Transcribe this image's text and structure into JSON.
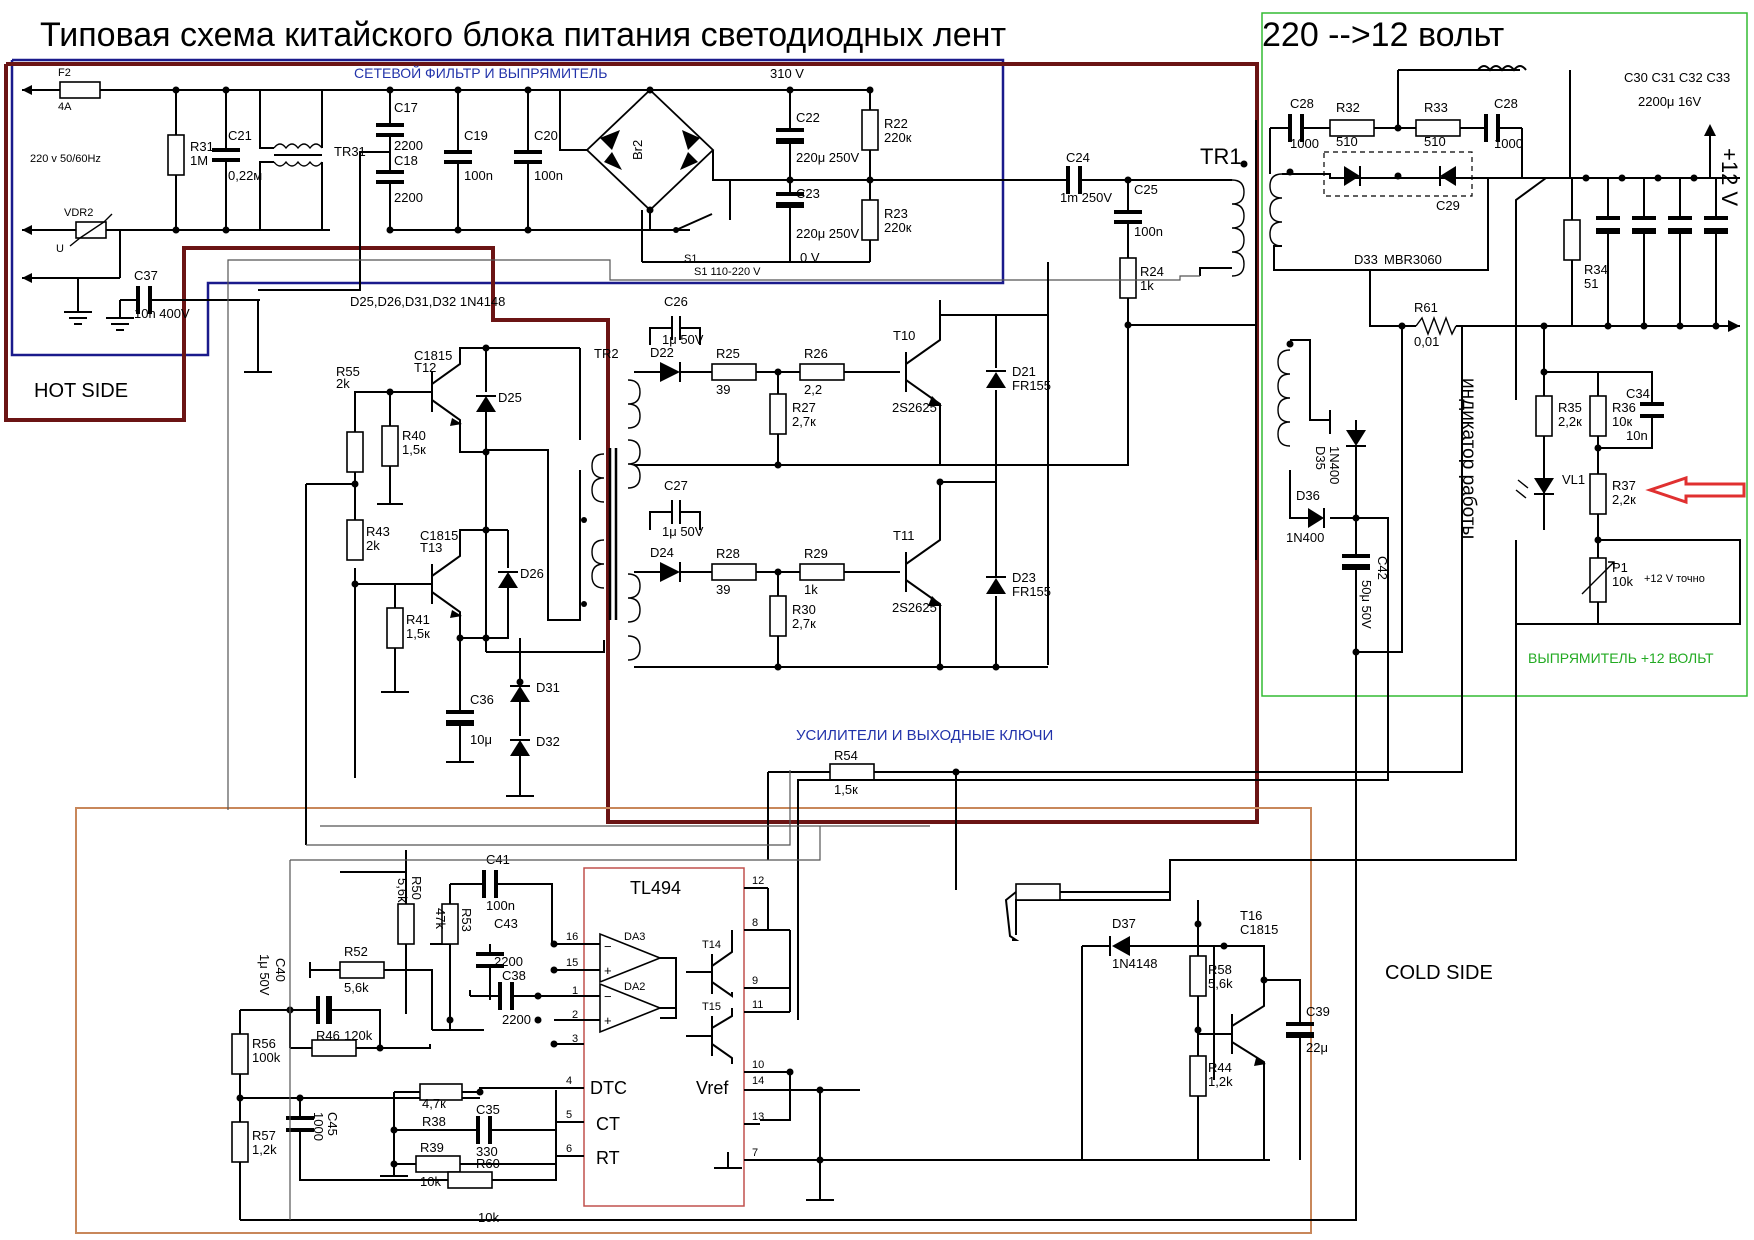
{
  "title": "Типовая схема китайского блока питания светодиодных лент",
  "subtitle": "220 -->12 вольт",
  "sections": {
    "filter": "СЕТЕВОЙ ФИЛЬТР И ВЫПРЯМИТЕЛЬ",
    "hot": "HOT SIDE",
    "amps": "УСИЛИТЕЛИ И ВЫХОДНЫЕ КЛЮЧИ",
    "cold": "COLD SIDE",
    "rectifier": "ВЫПРЯМИТЕЛЬ +12  ВОЛЬТ",
    "indicator": "индикатор работы"
  },
  "colors": {
    "filter_box": "#1a1a8c",
    "hot_box": "#6b1414",
    "amps_box": "#6b1414",
    "rectifier_box": "#33bb33",
    "cold_box": "#c8875a",
    "arrow": "#e03030",
    "rect_label": "#22aa22",
    "filter_label": "#2233aa",
    "amps_label": "#2233aa"
  },
  "labels": {
    "F2": "F2",
    "F2v": "4A",
    "mains": "220 v 50/60Hz",
    "VDR2": "VDR2",
    "U": "U",
    "R31": "R31",
    "R31v": "1M",
    "C21": "C21",
    "C21v": "0,22м",
    "TR3": "TR31",
    "C17": "C17",
    "C17v": "2200",
    "C18": "C18",
    "C18v": "2200",
    "C19": "C19",
    "C19v": "100n",
    "C20": "C20",
    "C20v": "100n",
    "Br2": "Br2",
    "v310": "310 V",
    "v0": "0 V",
    "C22": "C22",
    "C22v": "220μ 250V",
    "C23": "C23",
    "C23v": "220μ 250V",
    "R22": "R22",
    "R22v": "220к",
    "R23": "R23",
    "R23v": "220к",
    "S1": "S1",
    "S1v": "S1 110-220 V",
    "C37": "C37",
    "C37v": "10n 400V",
    "C24": "C24",
    "C24v": "1m 250V",
    "C25": "C25",
    "C25v": "100n",
    "R24": "R24",
    "R24v": "1k",
    "TR1": "TR1",
    "TR2": "TR2",
    "diodes": "D25,D26,D31,D32 1N4148",
    "C26": "C26",
    "C26v": "1μ 50V",
    "C27": "C27",
    "C27v": "1μ 50V",
    "D22": "D22",
    "D24": "D24",
    "R25": "R25",
    "R25v": "39",
    "R26": "R26",
    "R26v": "2,2",
    "R27": "R27",
    "R27v": "2,7к",
    "R28": "R28",
    "R28v": "39",
    "R29": "R29",
    "R29v": "1k",
    "R30": "R30",
    "R30v": "2,7к",
    "T10": "T10",
    "T10v": "2S2625",
    "T11": "T11",
    "T11v": "2S2625",
    "D21": "D21",
    "D21v": "FR155",
    "D23": "D23",
    "D23v": "FR155",
    "R55": "R55",
    "R55v": "2k",
    "C1815a": "C1815",
    "T12": "T12",
    "R40": "R40",
    "R40v": "1,5к",
    "D25": "D25",
    "R43": "R43",
    "R43v": "2k",
    "C1815b": "C1815",
    "T13": "T13",
    "D26": "D26",
    "R41": "R41",
    "R41v": "1,5к",
    "C36": "C36",
    "C36v": "10μ",
    "D31": "D31",
    "D32": "D32",
    "R54": "R54",
    "R54v": "1,5к",
    "C28a": "C28",
    "C28av": "1000",
    "R32": "R32",
    "R32v": "510",
    "R33": "R33",
    "R33v": "510",
    "C28b": "C28",
    "C28bv": "1000",
    "C29": "C29",
    "D33": "D33",
    "D33v": "MBR3060",
    "caps_out": "C30  C31  C32  C33",
    "caps_out_v": "2200μ 16V",
    "plus12": "+12 V",
    "R34": "R34",
    "R34v": "51",
    "R61": "R61",
    "R61v": "0,01",
    "R35": "R35",
    "R35v": "2,2к",
    "R36": "R36",
    "R36v": "10к",
    "C34": "C34",
    "C34v": "10n",
    "VL1": "VL1",
    "R37": "R37",
    "R37v": "2,2к",
    "P1": "P1",
    "P1v": "10k",
    "P1note": "+12 V точно",
    "D35": "D35",
    "D35v": "1N400",
    "D36": "D36",
    "D36v": "1N400",
    "C42": "C42",
    "C42v": "50μ 50V",
    "TL494": "TL494",
    "DA3": "DA3",
    "DA2": "DA2",
    "T14": "T14",
    "T15": "T15",
    "DTC": "DTC",
    "CT": "CT",
    "RT": "RT",
    "Vref": "Vref",
    "R50": "R50",
    "R50v": "5,6k",
    "C41": "C41",
    "C41v": "100n",
    "R53": "R53",
    "R53v": "47k",
    "C43": "C43",
    "C43v": "2200",
    "R52": "R52",
    "R52v": "5,6k",
    "C38": "C38",
    "C38v": "2200",
    "C40": "C40",
    "C40v": "1μ 50V",
    "R46": "R46",
    "R46v": "120k",
    "R56": "R56",
    "R56v": "100k",
    "R57": "R57",
    "R57v": "1,2k",
    "C45": "C45",
    "C45v": "1000",
    "R38": "R38",
    "R38v": "4,7к",
    "C35": "C35",
    "C35v": "330",
    "R39": "R39",
    "R39v": "10k",
    "R60": "R60",
    "R60v": "10k",
    "D37": "D37",
    "D37v": "1N4148",
    "T16": "T16",
    "T16v": "C1815",
    "R58": "R58",
    "R58v": "5,6k",
    "R44": "R44",
    "R44v": "1,2k",
    "C39": "C39",
    "C39v": "22μ",
    "pins": [
      "16",
      "15",
      "1",
      "2",
      "3",
      "4",
      "5",
      "6",
      "12",
      "8",
      "9",
      "11",
      "10",
      "14",
      "13",
      "7"
    ]
  }
}
